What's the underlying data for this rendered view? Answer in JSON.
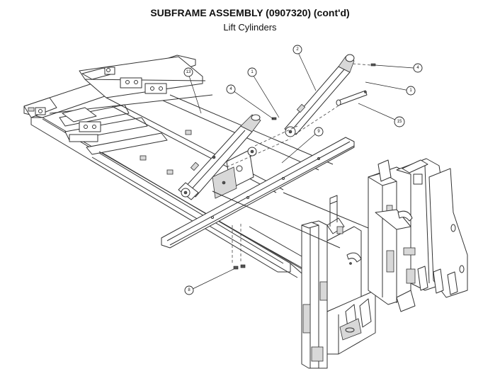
{
  "header": {
    "title": "SUBFRAME ASSEMBLY (0907320) (cont'd)",
    "subtitle": "Lift Cylinders"
  },
  "callouts": [
    {
      "id": "c13",
      "label": "13"
    },
    {
      "id": "c1a",
      "label": "1"
    },
    {
      "id": "c2",
      "label": "2"
    },
    {
      "id": "c4a",
      "label": "4"
    },
    {
      "id": "c4b",
      "label": "4"
    },
    {
      "id": "c1b",
      "label": "1"
    },
    {
      "id": "c15",
      "label": "15"
    },
    {
      "id": "c9",
      "label": "9"
    },
    {
      "id": "c8",
      "label": "8"
    }
  ]
}
